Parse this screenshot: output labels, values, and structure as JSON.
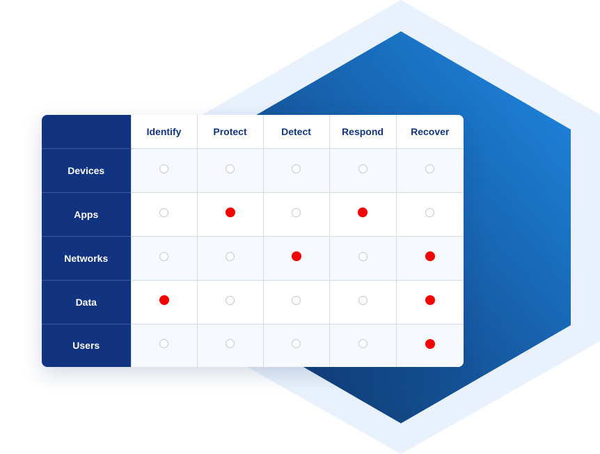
{
  "colors": {
    "navy": "#12337f",
    "hex_light": "#e8f1fc",
    "hex_gradient_start": "#0e2f64",
    "hex_gradient_end": "#1f8ae6",
    "active_dot": "#f40000",
    "inactive_dot_border": "#c3c8cf"
  },
  "columns": [
    "Identify",
    "Protect",
    "Detect",
    "Respond",
    "Recover"
  ],
  "rows": [
    {
      "label": "Devices",
      "cells": [
        false,
        false,
        false,
        false,
        false
      ]
    },
    {
      "label": "Apps",
      "cells": [
        false,
        true,
        false,
        true,
        false
      ]
    },
    {
      "label": "Networks",
      "cells": [
        false,
        false,
        true,
        false,
        true
      ]
    },
    {
      "label": "Data",
      "cells": [
        true,
        false,
        false,
        false,
        true
      ]
    },
    {
      "label": "Users",
      "cells": [
        false,
        false,
        false,
        false,
        true
      ]
    }
  ]
}
